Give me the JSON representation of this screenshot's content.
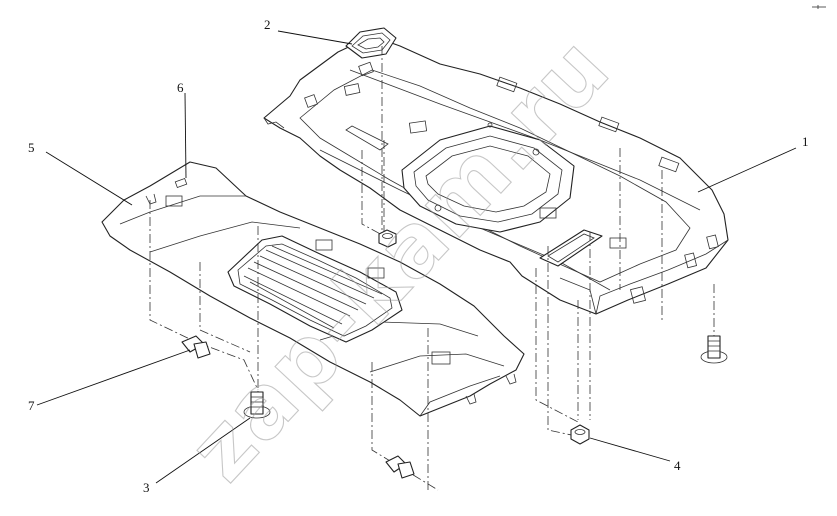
{
  "diagram": {
    "watermark": "zap-kam.ru",
    "callouts": [
      {
        "id": "1",
        "label": "1"
      },
      {
        "id": "2",
        "label": "2"
      },
      {
        "id": "3",
        "label": "3"
      },
      {
        "id": "4",
        "label": "4"
      },
      {
        "id": "5",
        "label": "5"
      },
      {
        "id": "6",
        "label": "6"
      },
      {
        "id": "7",
        "label": "7"
      }
    ]
  }
}
